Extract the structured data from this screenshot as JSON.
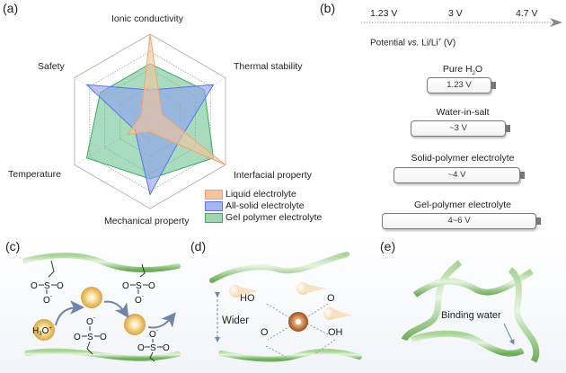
{
  "panels": {
    "a": "(a)",
    "b": "(b)",
    "c": "(c)",
    "d": "(d)",
    "e": "(e)"
  },
  "chart_data": {
    "type": "radar",
    "title": "",
    "axes": [
      "Ionic conductivity",
      "Thermal stability",
      "Interfacial property",
      "Mechanical property",
      "Temperature",
      "Safety"
    ],
    "range": [
      0,
      5
    ],
    "rings": 5,
    "grid": true,
    "legend_position": "bottom-right",
    "series": [
      {
        "name": "Liquid electrolyte",
        "color": "#f4a46a",
        "fill": "#f6c49e",
        "values": [
          5.0,
          0.8,
          5.0,
          0.6,
          1.5,
          0.6
        ]
      },
      {
        "name": "All-solid electrolyte",
        "color": "#5b74e6",
        "fill": "#8f9ff0",
        "values": [
          1.8,
          4.2,
          2.0,
          4.2,
          1.0,
          4.2
        ]
      },
      {
        "name": "Gel polymer electrolyte",
        "color": "#3aaa64",
        "fill": "#6fc492",
        "values": [
          3.3,
          3.6,
          4.2,
          3.3,
          4.2,
          3.3
        ]
      }
    ]
  },
  "potential": {
    "ticks": [
      "1.23 V",
      "3 V",
      "4.7 V"
    ],
    "axis_label_prefix": "Potential ",
    "axis_label_italic": "vs.",
    "axis_label_suffix": " Li/Li",
    "axis_label_sup": "+",
    "axis_label_unit": " (V)",
    "batteries": [
      {
        "title": "Pure H",
        "title_sub": "2",
        "title_tail": "O",
        "value": "1.23 V"
      },
      {
        "title": "Water-in-salt",
        "title_sub": "",
        "title_tail": "",
        "value": "~3 V"
      },
      {
        "title": "Solid-polymer electrolyte",
        "title_sub": "",
        "title_tail": "",
        "value": "~4 V"
      },
      {
        "title": "Gel-polymer electrolyte",
        "title_sub": "",
        "title_tail": "",
        "value": "4~6 V"
      }
    ]
  },
  "panel_c": {
    "hydronium": "H3O+",
    "sulfonate_O": "O",
    "sulfonate_S": "S",
    "sulfonate_Ominus": "O-"
  },
  "panel_d": {
    "wider_label": "Wider",
    "ligands": [
      "HO",
      "O",
      "O",
      "OH"
    ]
  },
  "panel_e": {
    "label": "Binding water"
  },
  "colors": {
    "polymer_green": "#8fc47a",
    "ion_gold": "#e6b955",
    "metal_brown": "#b8642e",
    "arrow_blue": "#6f86a8"
  }
}
